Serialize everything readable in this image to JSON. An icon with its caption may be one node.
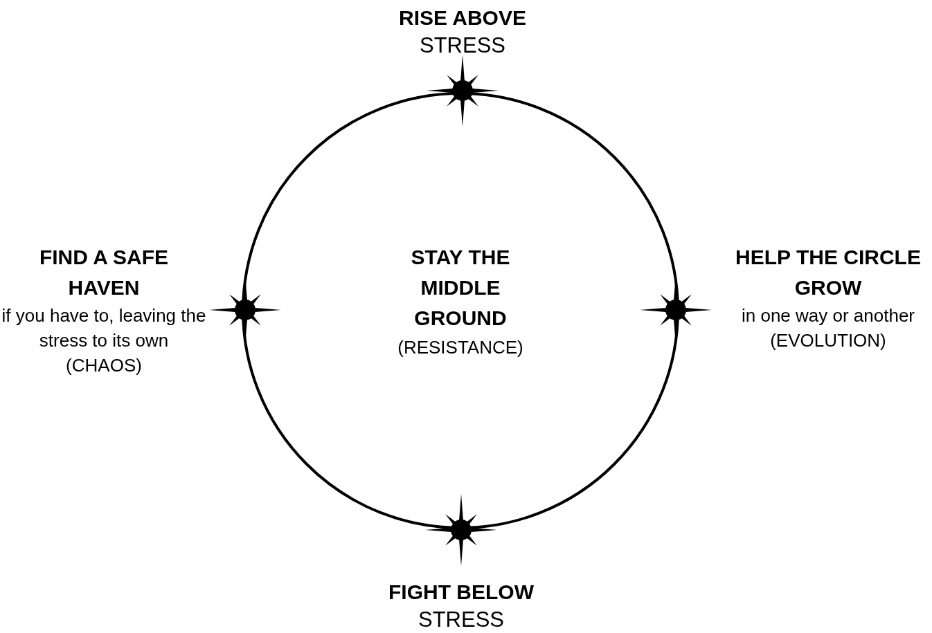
{
  "diagram": {
    "nodes": [
      {
        "text": [
          "STAY THE MIDDLE GROUND",
          "(RESISTANCE)"
        ]
      },
      {
        "text": [],
        "shape": "star",
        "beside": [
          "RISE ABOVE",
          "STRESS"
        ]
      },
      {
        "text": [],
        "shape": "star",
        "beside": [
          "FIND A SAFE HAVEN",
          "if you have to, leaving the stress to its own (CHAOS)"
        ]
      },
      {
        "text": [],
        "shape": "star",
        "beside": [
          "HELP THE CIRCLE GROW",
          "in one way or another (EVOLUTION)"
        ]
      },
      {
        "text": [],
        "shape": "star",
        "beside": [
          "FIGHT BELOW",
          "STRESS"
        ]
      }
    ]
  }
}
